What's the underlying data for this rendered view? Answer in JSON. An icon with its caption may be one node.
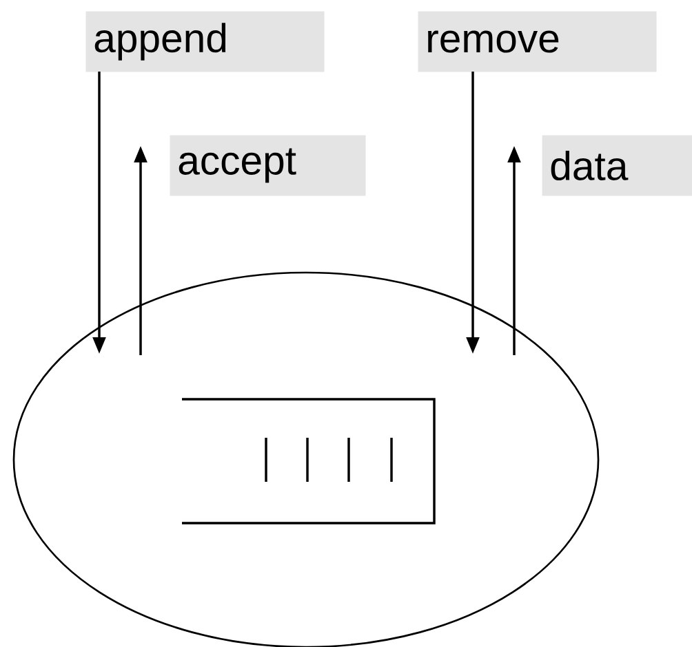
{
  "diagram": {
    "nodes": [
      {
        "text": [
          "append"
        ]
      },
      {
        "text": [
          "accept"
        ]
      },
      {
        "text": [
          "remove"
        ]
      },
      {
        "text": [
          "data"
        ]
      },
      {
        "text": [],
        "shape": "ellipse"
      }
    ],
    "edges": [
      {
        "from": 0,
        "to": 4,
        "arrow": "to"
      },
      {
        "from": 4,
        "to": 1,
        "arrow": "to"
      },
      {
        "from": 2,
        "to": 4,
        "arrow": "to"
      },
      {
        "from": 4,
        "to": 3,
        "arrow": "to"
      }
    ]
  }
}
